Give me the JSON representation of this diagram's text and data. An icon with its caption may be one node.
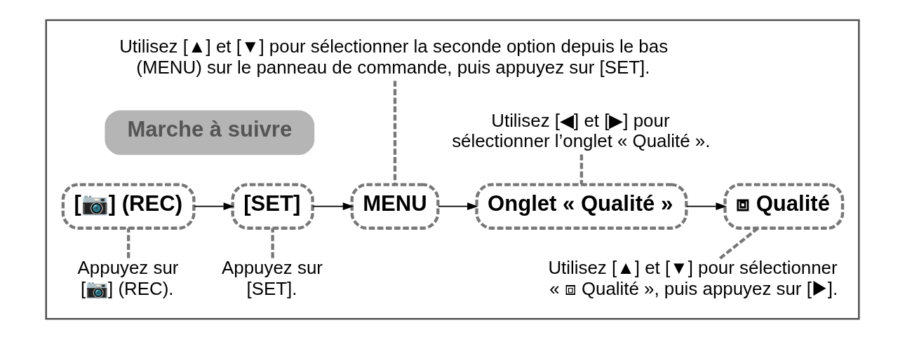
{
  "diagram": {
    "nodes": [
      {
        "text": [],
        "shape": "box"
      },
      {
        "text": [
          "Utilisez [▲] et [▼] pour sélectionner la seconde option depuis le bas (MENU) sur le panneau de commande, puis appuyez sur [SET]."
        ],
        "in": 0
      },
      {
        "text": [
          "Utilisez [◀] et [▶] pour sélectionner l’onglet « Qualité »."
        ],
        "in": 0
      },
      {
        "text": [
          "Marche à suivre"
        ],
        "in": 0
      },
      {
        "text": [
          "[📷] (REC)"
        ],
        "in": 0
      },
      {
        "text": [
          "[SET]"
        ],
        "in": 0
      },
      {
        "text": [
          "MENU"
        ],
        "in": 0
      },
      {
        "text": [
          "Onglet « Qualité »"
        ],
        "in": 0
      },
      {
        "text": [
          "⧈ Qualité"
        ],
        "in": 0
      },
      {
        "text": [
          "Appuyez sur [📷] (REC)."
        ],
        "in": 0
      },
      {
        "text": [
          "Appuyez sur [SET]."
        ],
        "in": 0
      },
      {
        "text": [
          "Utilisez [▲] et [▼] pour sélectionner « ⧈ Qualité », puis appuyez sur [▶]."
        ],
        "in": 0
      }
    ],
    "edges": [
      {
        "from": 1,
        "to": 6,
        "arrow": "none",
        "style": "dashed",
        "color": "#777777"
      },
      {
        "from": 2,
        "to": 7,
        "arrow": "none",
        "style": "dashed",
        "color": "#777777"
      },
      {
        "from": 4,
        "to": 5,
        "arrow": "to",
        "color": "#000000"
      },
      {
        "from": 5,
        "to": 6,
        "arrow": "to",
        "color": "#000000"
      },
      {
        "from": 6,
        "to": 7,
        "arrow": "to",
        "color": "#000000"
      },
      {
        "from": 7,
        "to": 8,
        "arrow": "to",
        "color": "#000000"
      },
      {
        "from": 9,
        "to": 4,
        "arrow": "none",
        "style": "dashed",
        "color": "#777777"
      },
      {
        "from": 10,
        "to": 5,
        "arrow": "none",
        "style": "dashed",
        "color": "#777777"
      },
      {
        "from": 11,
        "to": 8,
        "arrow": "none",
        "style": "dashed",
        "color": "#777777"
      }
    ]
  }
}
